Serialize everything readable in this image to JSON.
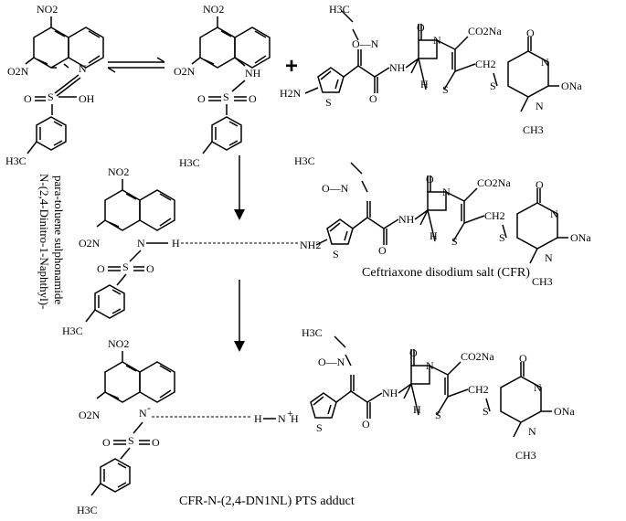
{
  "labels": {
    "no2": "NO2",
    "o2n": "O2N",
    "n": "N",
    "nh": "NH",
    "n_minus": "N",
    "minus": "-",
    "s": "S",
    "o": "O",
    "oh": "OH",
    "h": "H",
    "h3c": "H3C",
    "ch3_sub": "CH3",
    "methoxy": "H3C",
    "o_n": "O—N",
    "co2na": "CO2Na",
    "ona": "ONa",
    "ch2": "CH2",
    "h2n": "H2N",
    "nh2": "NH2",
    "nh_plus": "N",
    "plus_sign": "+"
  },
  "captions": {
    "ptsa_name_line1": "N-(2,4-Dinitro-1-Naphthyl)-",
    "ptsa_name_line2": "para-toluene sulphonamide",
    "cfr_name": "Ceftriaxone disodium salt (CFR)",
    "adduct_name": "CFR-N-(2,4-DN1NL) PTS  adduct"
  }
}
